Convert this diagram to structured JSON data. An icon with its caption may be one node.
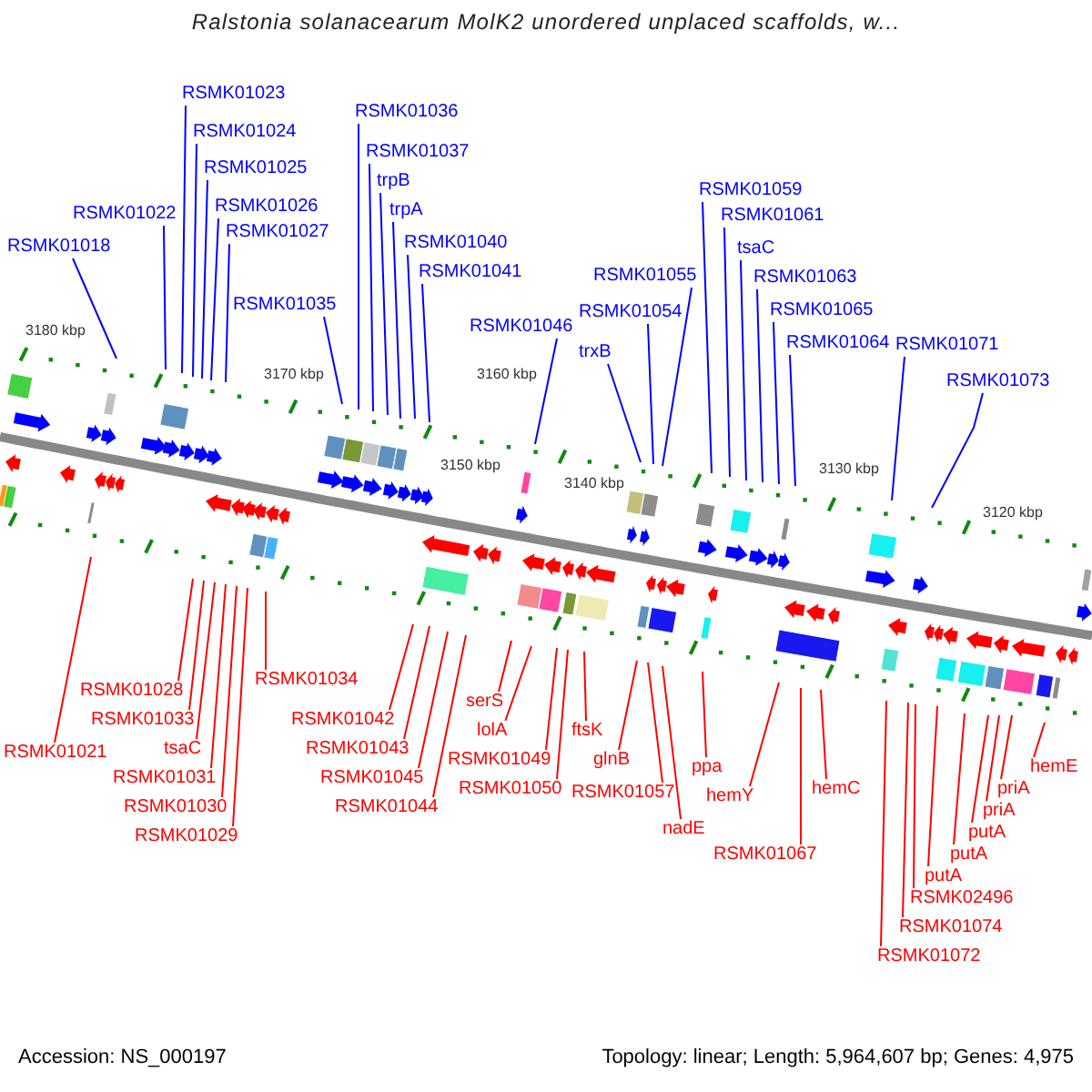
{
  "diagram": {
    "title": "Ralstonia solanacearum MolK2 unordered unplaced scaffolds, w...",
    "nodes": [
      {
        "text": [
          "RSMK01018"
        ]
      },
      {
        "text": [
          "RSMK01022"
        ]
      },
      {
        "text": [
          "RSMK01023"
        ]
      },
      {
        "text": [
          "RSMK01024"
        ]
      },
      {
        "text": [
          "RSMK01025"
        ]
      },
      {
        "text": [
          "RSMK01026"
        ]
      },
      {
        "text": [
          "RSMK01027"
        ]
      },
      {
        "text": [
          "RSMK01035"
        ]
      },
      {
        "text": [
          "RSMK01036"
        ]
      },
      {
        "text": [
          "RSMK01037"
        ]
      },
      {
        "text": [
          "trpB"
        ]
      },
      {
        "text": [
          "trpA"
        ]
      },
      {
        "text": [
          "RSMK01040"
        ]
      },
      {
        "text": [
          "RSMK01041"
        ]
      },
      {
        "text": [
          "RSMK01046"
        ]
      },
      {
        "text": [
          "trxB"
        ]
      },
      {
        "text": [
          "RSMK01054"
        ]
      },
      {
        "text": [
          "RSMK01055"
        ]
      },
      {
        "text": [
          "RSMK01059"
        ]
      },
      {
        "text": [
          "RSMK01061"
        ]
      },
      {
        "text": [
          "tsaC"
        ]
      },
      {
        "text": [
          "RSMK01063"
        ]
      },
      {
        "text": [
          "RSMK01065"
        ]
      },
      {
        "text": [
          "RSMK01064"
        ]
      },
      {
        "text": [
          "RSMK01071"
        ]
      },
      {
        "text": [
          "RSMK01073"
        ]
      },
      {
        "text": [
          "RSMK01021"
        ]
      },
      {
        "text": [
          "RSMK01028"
        ]
      },
      {
        "text": [
          "RSMK01033"
        ]
      },
      {
        "text": [
          "tsaC"
        ]
      },
      {
        "text": [
          "RSMK01031"
        ]
      },
      {
        "text": [
          "RSMK01030"
        ]
      },
      {
        "text": [
          "RSMK01029"
        ]
      },
      {
        "text": [
          "RSMK01034"
        ]
      },
      {
        "text": [
          "RSMK01042"
        ]
      },
      {
        "text": [
          "RSMK01043"
        ]
      },
      {
        "text": [
          "RSMK01045"
        ]
      },
      {
        "text": [
          "RSMK01044"
        ]
      },
      {
        "text": [
          "serS"
        ]
      },
      {
        "text": [
          "lolA"
        ]
      },
      {
        "text": [
          "RSMK01049"
        ]
      },
      {
        "text": [
          "RSMK01050"
        ]
      },
      {
        "text": [
          "ftsK"
        ]
      },
      {
        "text": [
          "glnB"
        ]
      },
      {
        "text": [
          "RSMK01057"
        ]
      },
      {
        "text": [
          "nadE"
        ]
      },
      {
        "text": [
          "ppa"
        ]
      },
      {
        "text": [
          "hemY"
        ]
      },
      {
        "text": [
          "hemC"
        ]
      },
      {
        "text": [
          "RSMK01067"
        ]
      },
      {
        "text": [
          "hemE"
        ]
      },
      {
        "text": [
          "priA"
        ]
      },
      {
        "text": [
          "priA"
        ]
      },
      {
        "text": [
          "putA"
        ]
      },
      {
        "text": [
          "putA"
        ]
      },
      {
        "text": [
          "putA"
        ]
      },
      {
        "text": [
          "RSMK02496"
        ]
      },
      {
        "text": [
          "RSMK01074"
        ]
      },
      {
        "text": [
          "RSMK01072"
        ]
      }
    ],
    "edges": [
      {
        "from": 0,
        "to": null,
        "arrow": "none",
        "color": "#0000ff"
      },
      {
        "from": 1,
        "to": null,
        "arrow": "none",
        "color": "#0000ff"
      },
      {
        "from": 2,
        "to": null,
        "arrow": "none",
        "color": "#0000ff"
      },
      {
        "from": 3,
        "to": null,
        "arrow": "none",
        "color": "#0000ff"
      },
      {
        "from": 4,
        "to": null,
        "arrow": "none",
        "color": "#0000ff"
      },
      {
        "from": 5,
        "to": null,
        "arrow": "none",
        "color": "#0000ff"
      },
      {
        "from": 6,
        "to": null,
        "arrow": "none",
        "color": "#0000ff"
      },
      {
        "from": 7,
        "to": null,
        "arrow": "none",
        "color": "#0000ff"
      },
      {
        "from": 8,
        "to": null,
        "arrow": "none",
        "color": "#0000ff"
      },
      {
        "from": 9,
        "to": null,
        "arrow": "none",
        "color": "#0000ff"
      },
      {
        "from": 10,
        "to": null,
        "arrow": "none",
        "color": "#0000ff"
      },
      {
        "from": 11,
        "to": null,
        "arrow": "none",
        "color": "#0000ff"
      },
      {
        "from": 12,
        "to": null,
        "arrow": "none",
        "color": "#0000ff"
      },
      {
        "from": 13,
        "to": null,
        "arrow": "none",
        "color": "#0000ff"
      },
      {
        "from": 14,
        "to": null,
        "arrow": "none",
        "color": "#0000ff"
      },
      {
        "from": 15,
        "to": null,
        "arrow": "none",
        "color": "#0000ff"
      },
      {
        "from": 16,
        "to": null,
        "arrow": "none",
        "color": "#0000ff"
      },
      {
        "from": 17,
        "to": null,
        "arrow": "none",
        "color": "#0000ff"
      },
      {
        "from": 18,
        "to": null,
        "arrow": "none",
        "color": "#0000ff"
      },
      {
        "from": 19,
        "to": null,
        "arrow": "none",
        "color": "#0000ff"
      },
      {
        "from": 20,
        "to": null,
        "arrow": "none",
        "color": "#0000ff"
      },
      {
        "from": 21,
        "to": null,
        "arrow": "none",
        "color": "#0000ff"
      },
      {
        "from": 22,
        "to": null,
        "arrow": "none",
        "color": "#0000ff"
      },
      {
        "from": 23,
        "to": null,
        "arrow": "none",
        "color": "#0000ff"
      },
      {
        "from": 24,
        "to": null,
        "arrow": "none",
        "color": "#0000ff"
      },
      {
        "from": 25,
        "to": null,
        "arrow": "none",
        "color": "#0000ff"
      },
      {
        "from": 26,
        "to": null,
        "arrow": "none"
      },
      {
        "from": 27,
        "to": null,
        "arrow": "none"
      },
      {
        "from": 28,
        "to": null,
        "arrow": "none"
      },
      {
        "from": 29,
        "to": null,
        "arrow": "none"
      },
      {
        "from": 30,
        "to": null,
        "arrow": "none"
      },
      {
        "from": 31,
        "to": null,
        "arrow": "none"
      },
      {
        "from": 32,
        "to": null,
        "arrow": "none"
      },
      {
        "from": 33,
        "to": null,
        "arrow": "none"
      },
      {
        "from": 34,
        "to": null,
        "arrow": "none"
      },
      {
        "from": 35,
        "to": null,
        "arrow": "none"
      },
      {
        "from": 36,
        "to": null,
        "arrow": "none"
      },
      {
        "from": 37,
        "to": null,
        "arrow": "none"
      },
      {
        "from": 38,
        "to": null,
        "arrow": "none"
      },
      {
        "from": 39,
        "to": null,
        "arrow": "none"
      },
      {
        "from": 40,
        "to": null,
        "arrow": "none"
      },
      {
        "from": 41,
        "to": null,
        "arrow": "none"
      },
      {
        "from": 42,
        "to": null,
        "arrow": "none"
      },
      {
        "from": 43,
        "to": null,
        "arrow": "none"
      },
      {
        "from": 44,
        "to": null,
        "arrow": "none"
      },
      {
        "from": 45,
        "to": null,
        "arrow": "none"
      },
      {
        "from": 46,
        "to": null,
        "arrow": "none"
      },
      {
        "from": 47,
        "to": null,
        "arrow": "none"
      },
      {
        "from": 48,
        "to": null,
        "arrow": "none"
      },
      {
        "from": 49,
        "to": null,
        "arrow": "none"
      },
      {
        "from": 50,
        "to": null,
        "arrow": "none"
      },
      {
        "from": 51,
        "to": null,
        "arrow": "none"
      },
      {
        "from": 52,
        "to": null,
        "arrow": "none"
      },
      {
        "from": 53,
        "to": null,
        "arrow": "none"
      },
      {
        "from": 54,
        "to": null,
        "arrow": "none"
      },
      {
        "from": 55,
        "to": null,
        "arrow": "none"
      },
      {
        "from": 56,
        "to": null,
        "arrow": "none"
      },
      {
        "from": 57,
        "to": null,
        "arrow": "none"
      },
      {
        "from": 58,
        "to": null,
        "arrow": "none"
      }
    ],
    "labels": [
      "3180 kbp",
      "3170 kbp",
      "3160 kbp",
      "3150 kbp",
      "3140 kbp",
      "3130 kbp",
      "3120 kbp",
      "Accession: NS_000197",
      "Topology: linear; Length: 5,964,607 bp; Genes: 4,975"
    ]
  }
}
